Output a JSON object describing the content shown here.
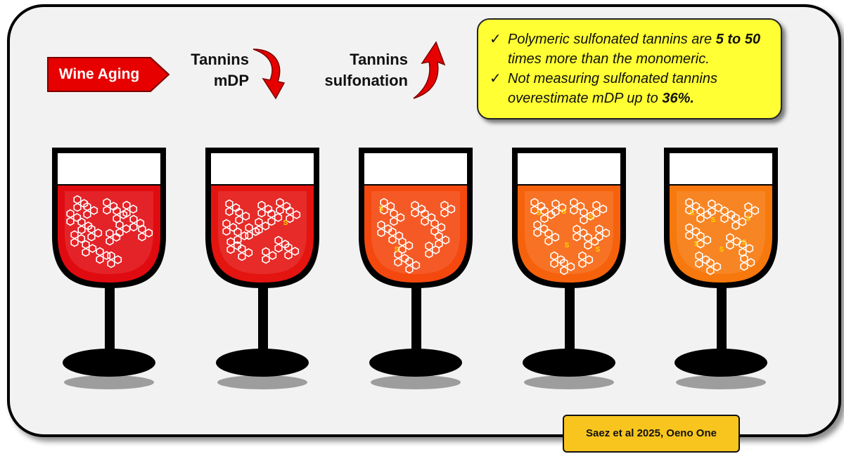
{
  "aging_label": "Wine Aging",
  "tannins_mdp": {
    "line1": "Tannins",
    "line2": "mDP",
    "direction": "down"
  },
  "tannins_sulfonation": {
    "line1": "Tannins",
    "line2": "sulfonation",
    "direction": "up"
  },
  "notes": [
    {
      "pre": "Polymeric sulfonated tannins are ",
      "bold": "5 to 50",
      "post": " times more than the monomeric."
    },
    {
      "pre": "Not measuring sulfonated tannins overestimate mDP up to ",
      "bold": "36%.",
      "post": ""
    }
  ],
  "check_symbol": "✓",
  "glasses": [
    {
      "wine_color": "#e00b10"
    },
    {
      "wine_color": "#e41410"
    },
    {
      "wine_color": "#f4480e"
    },
    {
      "wine_color": "#f6620c"
    },
    {
      "wine_color": "#f7780c"
    }
  ],
  "sulfur_letter": "S",
  "citation": "Saez et al 2025, Oeno One",
  "colors": {
    "arrow_red": "#e60000",
    "note_yellow": "#ffff33",
    "citation_gold": "#f7c51e",
    "sulfur_yellow": "#ffd400"
  }
}
